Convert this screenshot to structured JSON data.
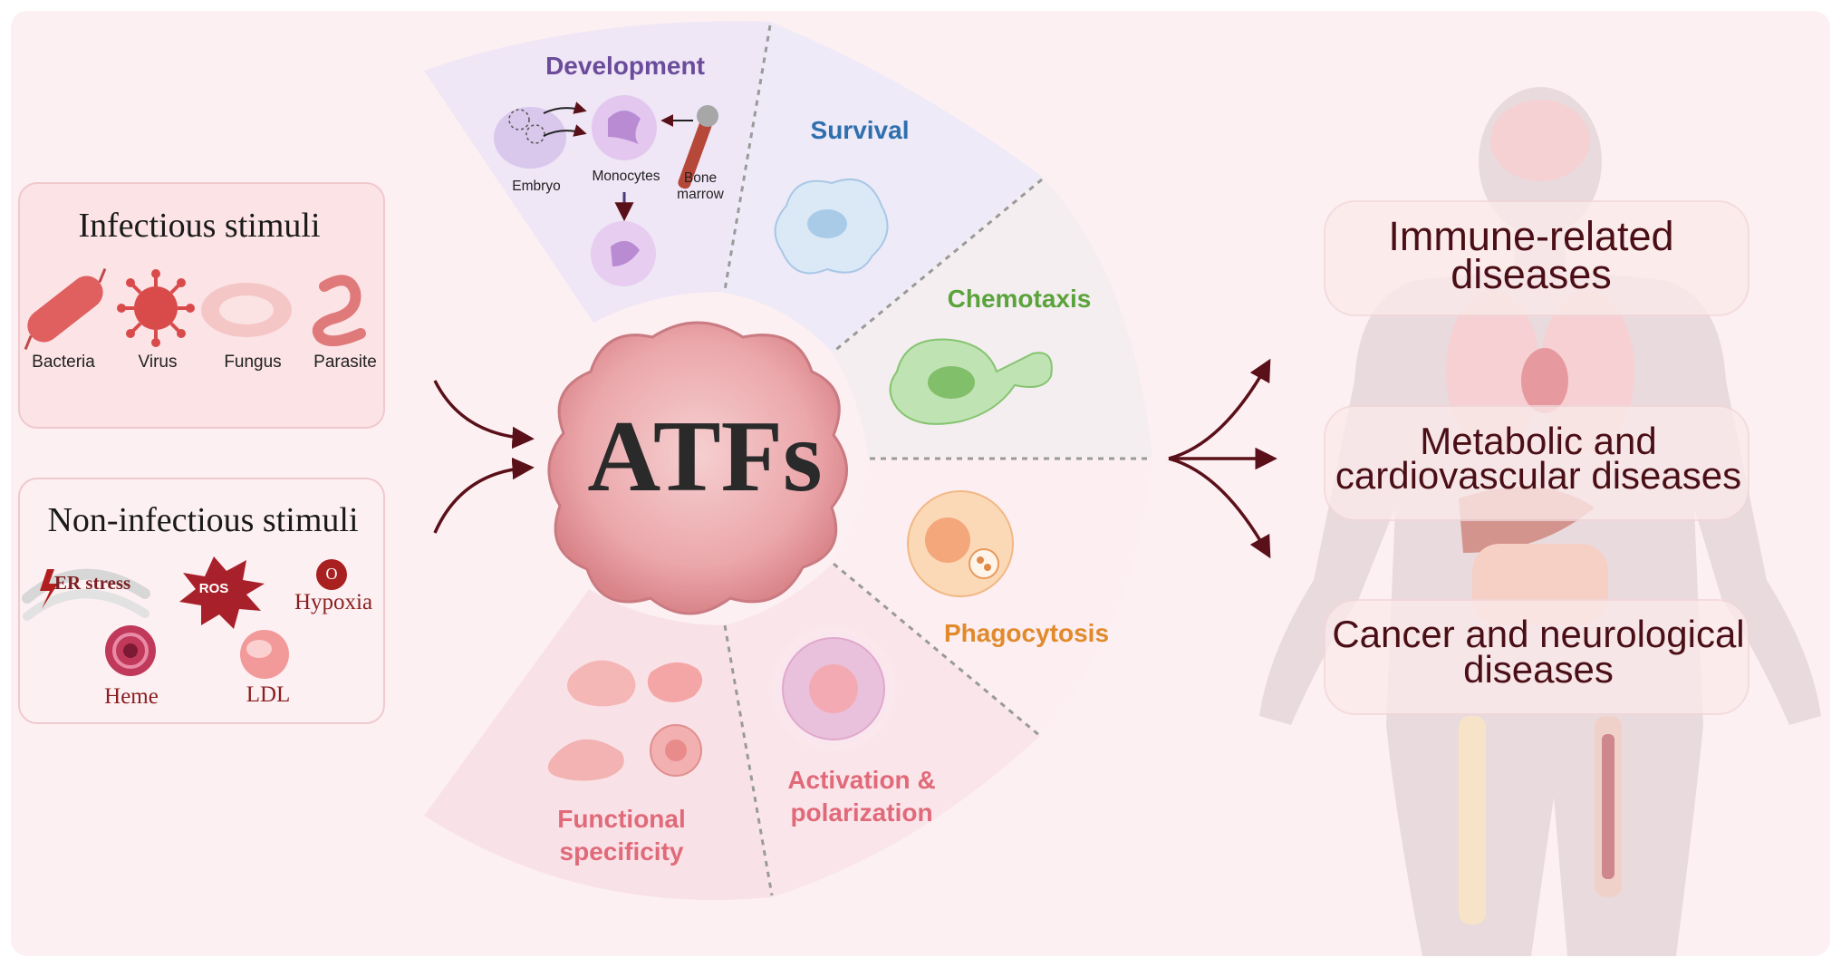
{
  "center": {
    "title": "ATFs"
  },
  "stimuli": {
    "infectious": {
      "title": "Infectious stimuli",
      "items": [
        "Bacteria",
        "Virus",
        "Fungus",
        "Parasite"
      ]
    },
    "non_infectious": {
      "title": "Non-infectious stimuli",
      "items": [
        "ER stress",
        "ROS",
        "Hypoxia",
        "Heme",
        "LDL"
      ],
      "hypoxia_symbol": "O"
    }
  },
  "functions": {
    "development": {
      "label": "Development",
      "parts": [
        "Embryo",
        "Monocytes",
        "Bone marrow"
      ],
      "color": "#6b4c9a"
    },
    "survival": {
      "label": "Survival",
      "color": "#2f6fad"
    },
    "chemotaxis": {
      "label": "Chemotaxis",
      "color": "#5aa33a"
    },
    "phagocytosis": {
      "label": "Phagocytosis",
      "color": "#e08a2c"
    },
    "activation": {
      "label": "Activation & polarization",
      "color": "#e06a7a"
    },
    "functional": {
      "label": "Functional specificity",
      "color": "#e06a7a"
    }
  },
  "diseases": [
    "Immune-related diseases",
    "Metabolic and cardiovascular diseases",
    "Cancer and neurological diseases"
  ]
}
